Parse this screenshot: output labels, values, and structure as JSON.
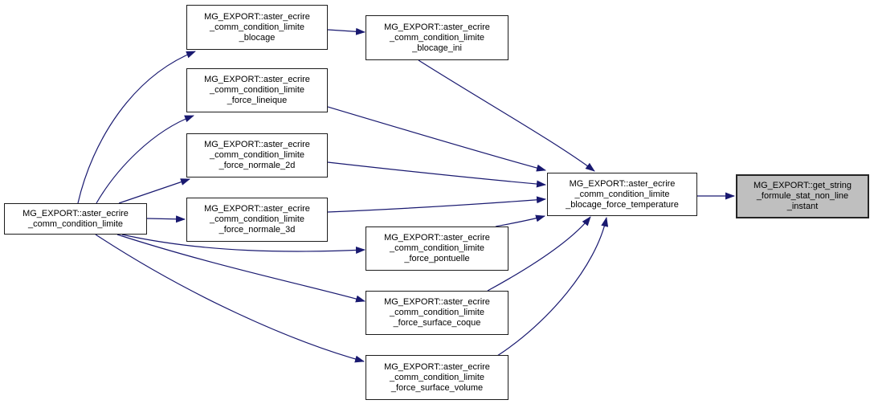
{
  "diagram": {
    "type": "doxygen-call-graph",
    "colors": {
      "background": "#ffffff",
      "edge": "#191970",
      "node_fill": "#ffffff",
      "node_border": "#1c1c1c",
      "highlight_fill": "#bfbfbf",
      "text": "#000000"
    },
    "nodes": [
      {
        "id": "comm_condition_limite",
        "label_lines": [
          "MG_EXPORT::aster_ecrire",
          "_comm_condition_limite"
        ],
        "highlighted": false
      },
      {
        "id": "blocage",
        "label_lines": [
          "MG_EXPORT::aster_ecrire",
          "_comm_condition_limite",
          "_blocage"
        ],
        "highlighted": false
      },
      {
        "id": "force_lineique",
        "label_lines": [
          "MG_EXPORT::aster_ecrire",
          "_comm_condition_limite",
          "_force_lineique"
        ],
        "highlighted": false
      },
      {
        "id": "force_normale_2d",
        "label_lines": [
          "MG_EXPORT::aster_ecrire",
          "_comm_condition_limite",
          "_force_normale_2d"
        ],
        "highlighted": false
      },
      {
        "id": "force_normale_3d",
        "label_lines": [
          "MG_EXPORT::aster_ecrire",
          "_comm_condition_limite",
          "_force_normale_3d"
        ],
        "highlighted": false
      },
      {
        "id": "blocage_ini",
        "label_lines": [
          "MG_EXPORT::aster_ecrire",
          "_comm_condition_limite",
          "_blocage_ini"
        ],
        "highlighted": false
      },
      {
        "id": "force_pontuelle",
        "label_lines": [
          "MG_EXPORT::aster_ecrire",
          "_comm_condition_limite",
          "_force_pontuelle"
        ],
        "highlighted": false
      },
      {
        "id": "force_surface_coque",
        "label_lines": [
          "MG_EXPORT::aster_ecrire",
          "_comm_condition_limite",
          "_force_surface_coque"
        ],
        "highlighted": false
      },
      {
        "id": "force_surface_volume",
        "label_lines": [
          "MG_EXPORT::aster_ecrire",
          "_comm_condition_limite",
          "_force_surface_volume"
        ],
        "highlighted": false
      },
      {
        "id": "blocage_force_temperature",
        "label_lines": [
          "MG_EXPORT::aster_ecrire",
          "_comm_condition_limite",
          "_blocage_force_temperature"
        ],
        "highlighted": false
      },
      {
        "id": "get_string_formule_stat_non_line_instant",
        "label_lines": [
          "MG_EXPORT::get_string",
          "_formule_stat_non_line",
          "_instant"
        ],
        "highlighted": true
      }
    ],
    "edges": [
      {
        "from": "comm_condition_limite",
        "to": "blocage"
      },
      {
        "from": "comm_condition_limite",
        "to": "force_lineique"
      },
      {
        "from": "comm_condition_limite",
        "to": "force_normale_2d"
      },
      {
        "from": "comm_condition_limite",
        "to": "force_normale_3d"
      },
      {
        "from": "comm_condition_limite",
        "to": "force_pontuelle"
      },
      {
        "from": "comm_condition_limite",
        "to": "force_surface_coque"
      },
      {
        "from": "comm_condition_limite",
        "to": "force_surface_volume"
      },
      {
        "from": "blocage",
        "to": "blocage_ini"
      },
      {
        "from": "blocage_ini",
        "to": "blocage_force_temperature"
      },
      {
        "from": "force_lineique",
        "to": "blocage_force_temperature"
      },
      {
        "from": "force_normale_2d",
        "to": "blocage_force_temperature"
      },
      {
        "from": "force_normale_3d",
        "to": "blocage_force_temperature"
      },
      {
        "from": "force_pontuelle",
        "to": "blocage_force_temperature"
      },
      {
        "from": "force_surface_coque",
        "to": "blocage_force_temperature"
      },
      {
        "from": "force_surface_volume",
        "to": "blocage_force_temperature"
      },
      {
        "from": "blocage_force_temperature",
        "to": "get_string_formule_stat_non_line_instant"
      }
    ]
  }
}
